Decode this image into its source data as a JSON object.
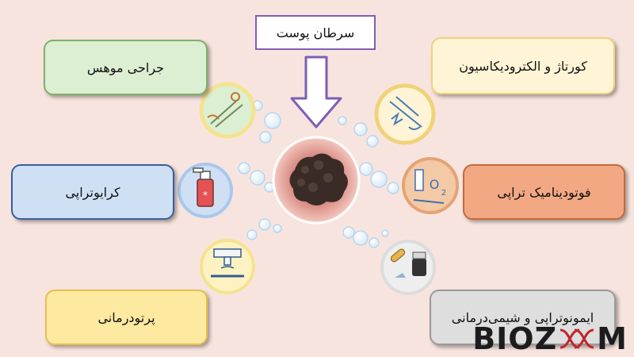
{
  "center": {
    "label": "سرطان پوست"
  },
  "treatments": [
    {
      "id": "mohs",
      "label": "جراحی موهس",
      "fill": "#dcefd3",
      "border": "#7fb069"
    },
    {
      "id": "curettage",
      "label": "کورتاژ و الکترودیکاسیون",
      "fill": "#fff5d6",
      "border": "#f0d27a"
    },
    {
      "id": "cryo",
      "label": "کرایوتراپی",
      "fill": "#cfe0f5",
      "border": "#3c5e9c"
    },
    {
      "id": "pdt",
      "label": "فوتودینامیک تراپی",
      "fill": "#f2a883",
      "border": "#c46a3c"
    },
    {
      "id": "radio",
      "label": "پرتودرمانی",
      "fill": "#fde9a0",
      "border": "#e7c04c"
    },
    {
      "id": "immuno",
      "label": "ایمونوتراپی و شیمی‌درمانی",
      "fill": "#dedede",
      "border": "#9a9a9a"
    }
  ],
  "brand": {
    "text_left": "BIOZ",
    "text_right": "M"
  },
  "colors": {
    "arrow": "#7d5fb4",
    "bubble": "#cfe4f7",
    "lesion": "#3a2b26"
  }
}
